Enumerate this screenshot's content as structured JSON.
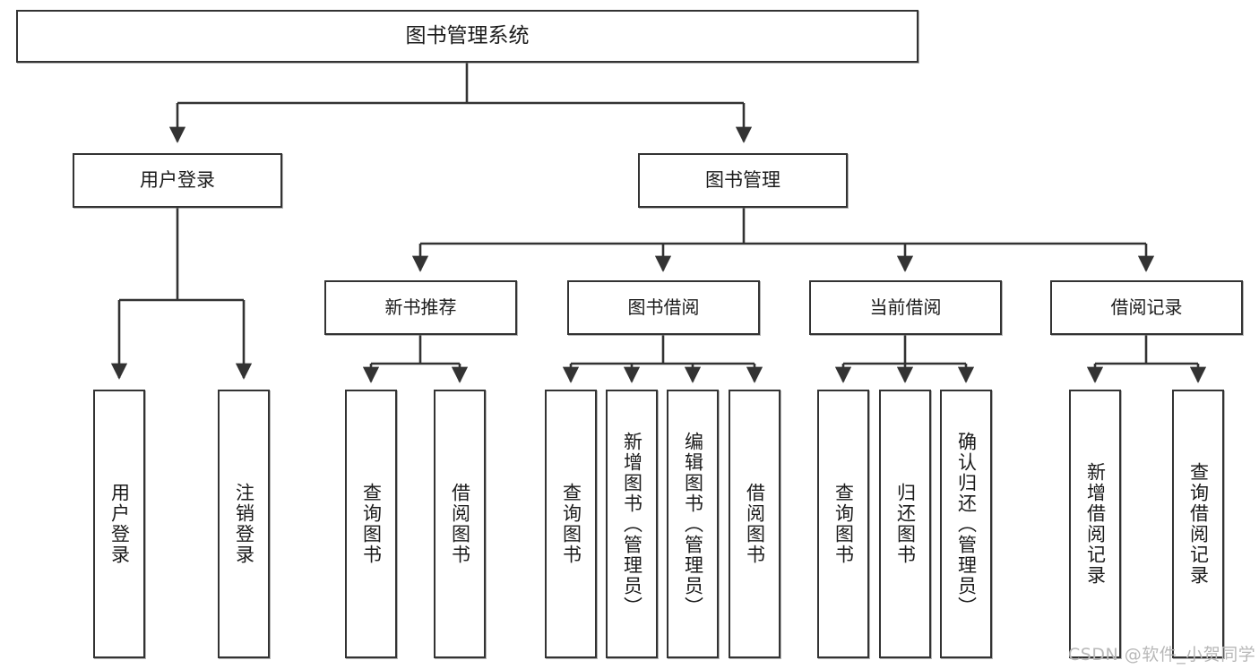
{
  "diagram": {
    "title": "图书管理系统",
    "type": "tree-hierarchy-chart",
    "colors": {
      "border": "#333333",
      "background": "#ffffff",
      "text": "#1b1b1b",
      "edge": "#333333",
      "watermark": "#b8b8b8"
    },
    "root": {
      "label": "图书管理系统"
    },
    "level1": [
      {
        "id": "user-login",
        "label": "用户登录"
      },
      {
        "id": "book-management",
        "label": "图书管理"
      }
    ],
    "level2": [
      {
        "id": "new-book-recommend",
        "label": "新书推荐"
      },
      {
        "id": "book-borrow",
        "label": "图书借阅"
      },
      {
        "id": "current-borrow",
        "label": "当前借阅"
      },
      {
        "id": "borrow-record",
        "label": "借阅记录"
      }
    ],
    "leaves": {
      "user_login": [
        {
          "id": "leaf-user-login",
          "label": "用户登录"
        },
        {
          "id": "leaf-logout-login",
          "label": "注销登录"
        }
      ],
      "new_book_recommend": [
        {
          "id": "leaf-query-book-1",
          "label": "查询图书"
        },
        {
          "id": "leaf-borrow-book-1",
          "label": "借阅图书"
        }
      ],
      "book_borrow": [
        {
          "id": "leaf-query-book-2",
          "label": "查询图书"
        },
        {
          "id": "leaf-add-book",
          "label": "新增图书（管理员）"
        },
        {
          "id": "leaf-edit-book",
          "label": "编辑图书（管理员）"
        },
        {
          "id": "leaf-borrow-book-2",
          "label": "借阅图书"
        }
      ],
      "current_borrow": [
        {
          "id": "leaf-query-book-3",
          "label": "查询图书"
        },
        {
          "id": "leaf-return-book",
          "label": "归还图书"
        },
        {
          "id": "leaf-confirm-return",
          "label": "确认归还（管理员）"
        }
      ],
      "borrow_record": [
        {
          "id": "leaf-add-borrow-record",
          "label": "新增借阅记录"
        },
        {
          "id": "leaf-query-borrow-record",
          "label": "查询借阅记录"
        }
      ]
    },
    "watermark": "CSDN @软件_小贺同学"
  }
}
